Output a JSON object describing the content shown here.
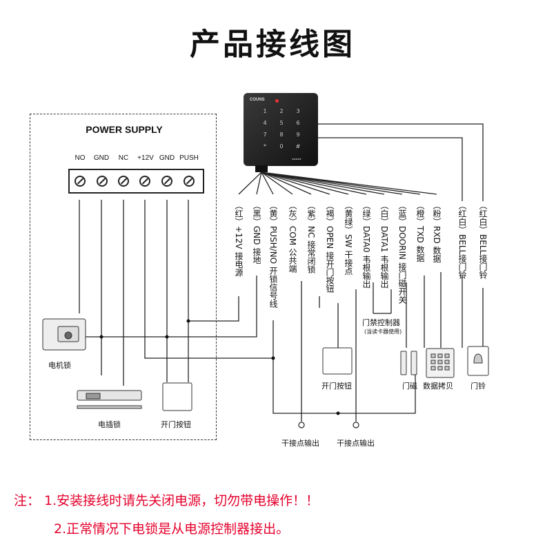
{
  "title": "产品接线图",
  "power_supply": {
    "title": "POWER SUPPLY",
    "terminals": [
      "NO",
      "GND",
      "NC",
      "+12V",
      "GND",
      "PUSH"
    ]
  },
  "device": {
    "brand": "COUNS",
    "keys": [
      "1",
      "2",
      "3",
      "4",
      "5",
      "6",
      "7",
      "8",
      "9",
      "*",
      "0",
      "#"
    ]
  },
  "wires": [
    {
      "color": "（红）",
      "desc": "+12V 接电源"
    },
    {
      "color": "（黑）",
      "desc": "GND 接地"
    },
    {
      "color": "（黄）",
      "desc": "PUSH/NO 开锁信号线"
    },
    {
      "color": "（灰）",
      "desc": "COM 公共端"
    },
    {
      "color": "（紫）",
      "desc": "NC 接常闭锁"
    },
    {
      "color": "（褐）",
      "desc": "OPEN 接开门按钮"
    },
    {
      "color": "（黄绿）",
      "desc": "SW 干接点"
    },
    {
      "color": "（绿）",
      "desc": "DATA0 韦根输出"
    },
    {
      "color": "（白）",
      "desc": "DATA1 韦根输出"
    },
    {
      "color": "（蓝）",
      "desc": "DOORIN 接门磁开关"
    },
    {
      "color": "（橙）",
      "desc": "TXD 数据"
    },
    {
      "color": "（粉）",
      "desc": "RXD 数据"
    },
    {
      "color": "（红白）",
      "desc": "BELL接门铃"
    },
    {
      "color": "（红白）",
      "desc": "BELL接门铃"
    }
  ],
  "components": {
    "motor_lock": "电机锁",
    "bolt_lock": "电插锁",
    "exit_button_ps": "开门按钮",
    "exit_button": "开门按钮",
    "access_controller": "门禁控制器",
    "access_controller_note": "(当读卡器使用)",
    "door_sensor": "门磁",
    "data_copy": "数据拷贝",
    "doorbell": "门铃",
    "dry_contact_1": "干接点输出",
    "dry_contact_2": "干接点输出"
  },
  "notes": {
    "line1": "注：  1.安装接线时请先关闭电源，切勿带电操作！！",
    "line2": "2.正常情况下电锁是从电源控制器接出。"
  }
}
